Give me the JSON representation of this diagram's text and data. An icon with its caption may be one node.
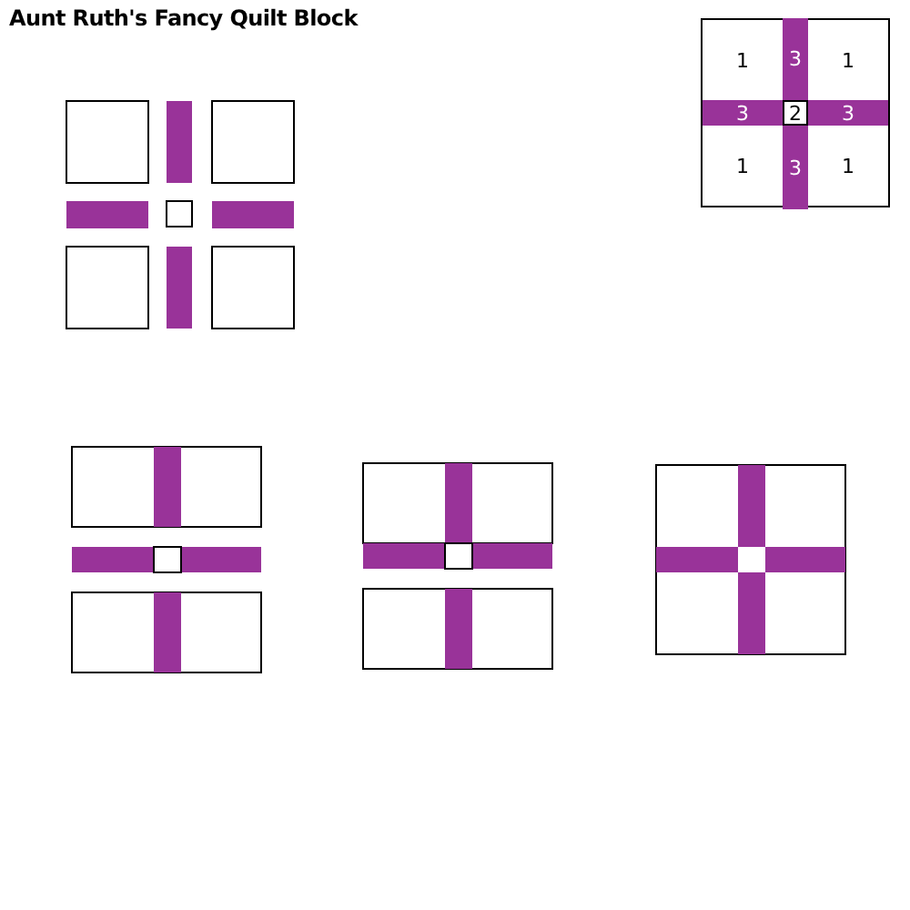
{
  "diagram": {
    "title": "Aunt Ruth's Fancy Quilt Block",
    "nodes": [
      {
        "text": [
          "1"
        ]
      },
      {
        "text": [
          "3"
        ]
      },
      {
        "text": [
          "1"
        ]
      },
      {
        "text": [
          "3"
        ]
      },
      {
        "text": [
          "2"
        ]
      },
      {
        "text": [
          "3"
        ]
      },
      {
        "text": [
          "1"
        ]
      },
      {
        "text": [
          "3"
        ]
      },
      {
        "text": [
          "1"
        ]
      }
    ]
  }
}
